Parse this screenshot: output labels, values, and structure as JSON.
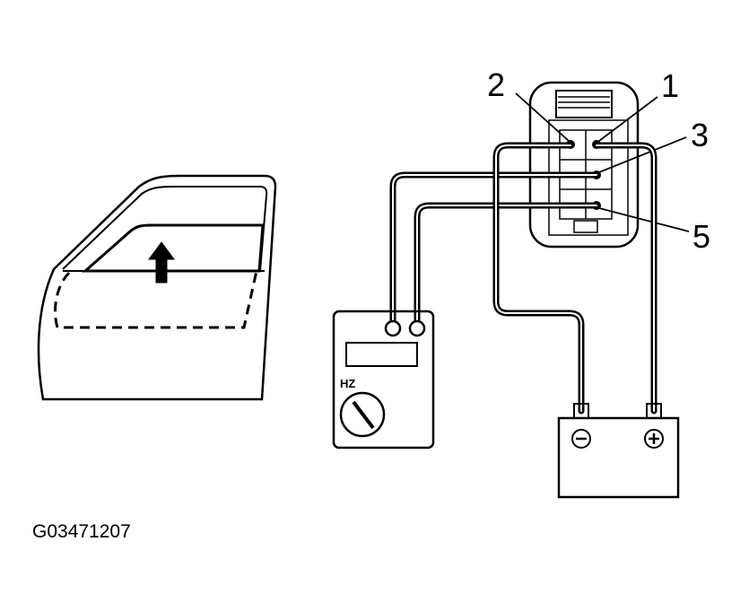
{
  "figure_code": "G03471207",
  "meter": {
    "scale_label": "HZ"
  },
  "battery": {
    "negative_symbol": "−",
    "positive_symbol": "+"
  },
  "connector": {
    "callouts": [
      {
        "id": "pin-1",
        "label": "1"
      },
      {
        "id": "pin-2",
        "label": "2"
      },
      {
        "id": "pin-3",
        "label": "3"
      },
      {
        "id": "pin-5",
        "label": "5"
      }
    ]
  },
  "icons": {
    "door": "door-outline-icon",
    "arrow": "window-up-arrow-icon",
    "meter": "frequency-meter-icon",
    "battery": "battery-icon",
    "connector": "connector-icon"
  }
}
